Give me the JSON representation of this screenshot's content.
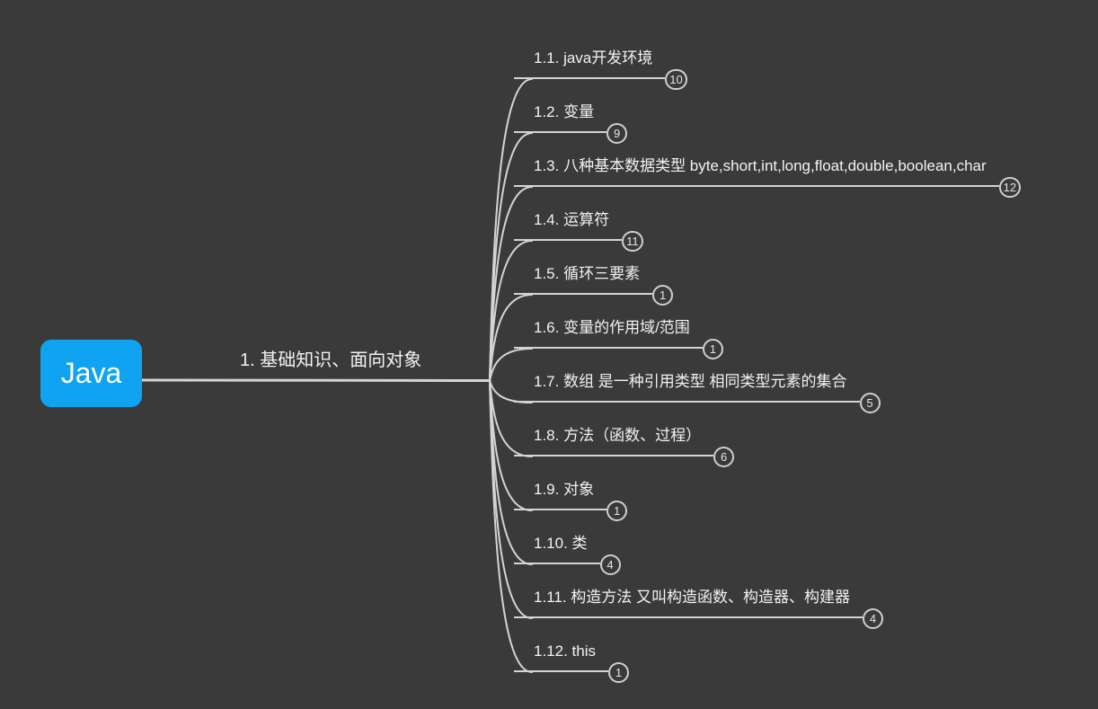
{
  "canvas": {
    "background_color": "#3a3a3a",
    "line_color": "#d4d4d4"
  },
  "root": {
    "label": "Java",
    "fill_color": "#0fa3f2",
    "text_color": "#ffffff"
  },
  "branch": {
    "label": "1. 基础知识、面向对象"
  },
  "topics": [
    {
      "label": "1.1. java开发环境",
      "count": "10"
    },
    {
      "label": "1.2. 变量",
      "count": "9"
    },
    {
      "label": "1.3. 八种基本数据类型 byte,short,int,long,float,double,boolean,char",
      "count": "12"
    },
    {
      "label": "1.4. 运算符",
      "count": "11"
    },
    {
      "label": "1.5. 循环三要素",
      "count": "1"
    },
    {
      "label": "1.6. 变量的作用域/范围",
      "count": "1"
    },
    {
      "label": "1.7. 数组 是一种引用类型  相同类型元素的集合",
      "count": "5"
    },
    {
      "label": "1.8. 方法（函数、过程）",
      "count": "6"
    },
    {
      "label": "1.9. 对象",
      "count": "1"
    },
    {
      "label": "1.10. 类",
      "count": "4"
    },
    {
      "label": "1.11. 构造方法 又叫构造函数、构造器、构建器",
      "count": "4"
    },
    {
      "label": "1.12. this",
      "count": "1"
    }
  ]
}
